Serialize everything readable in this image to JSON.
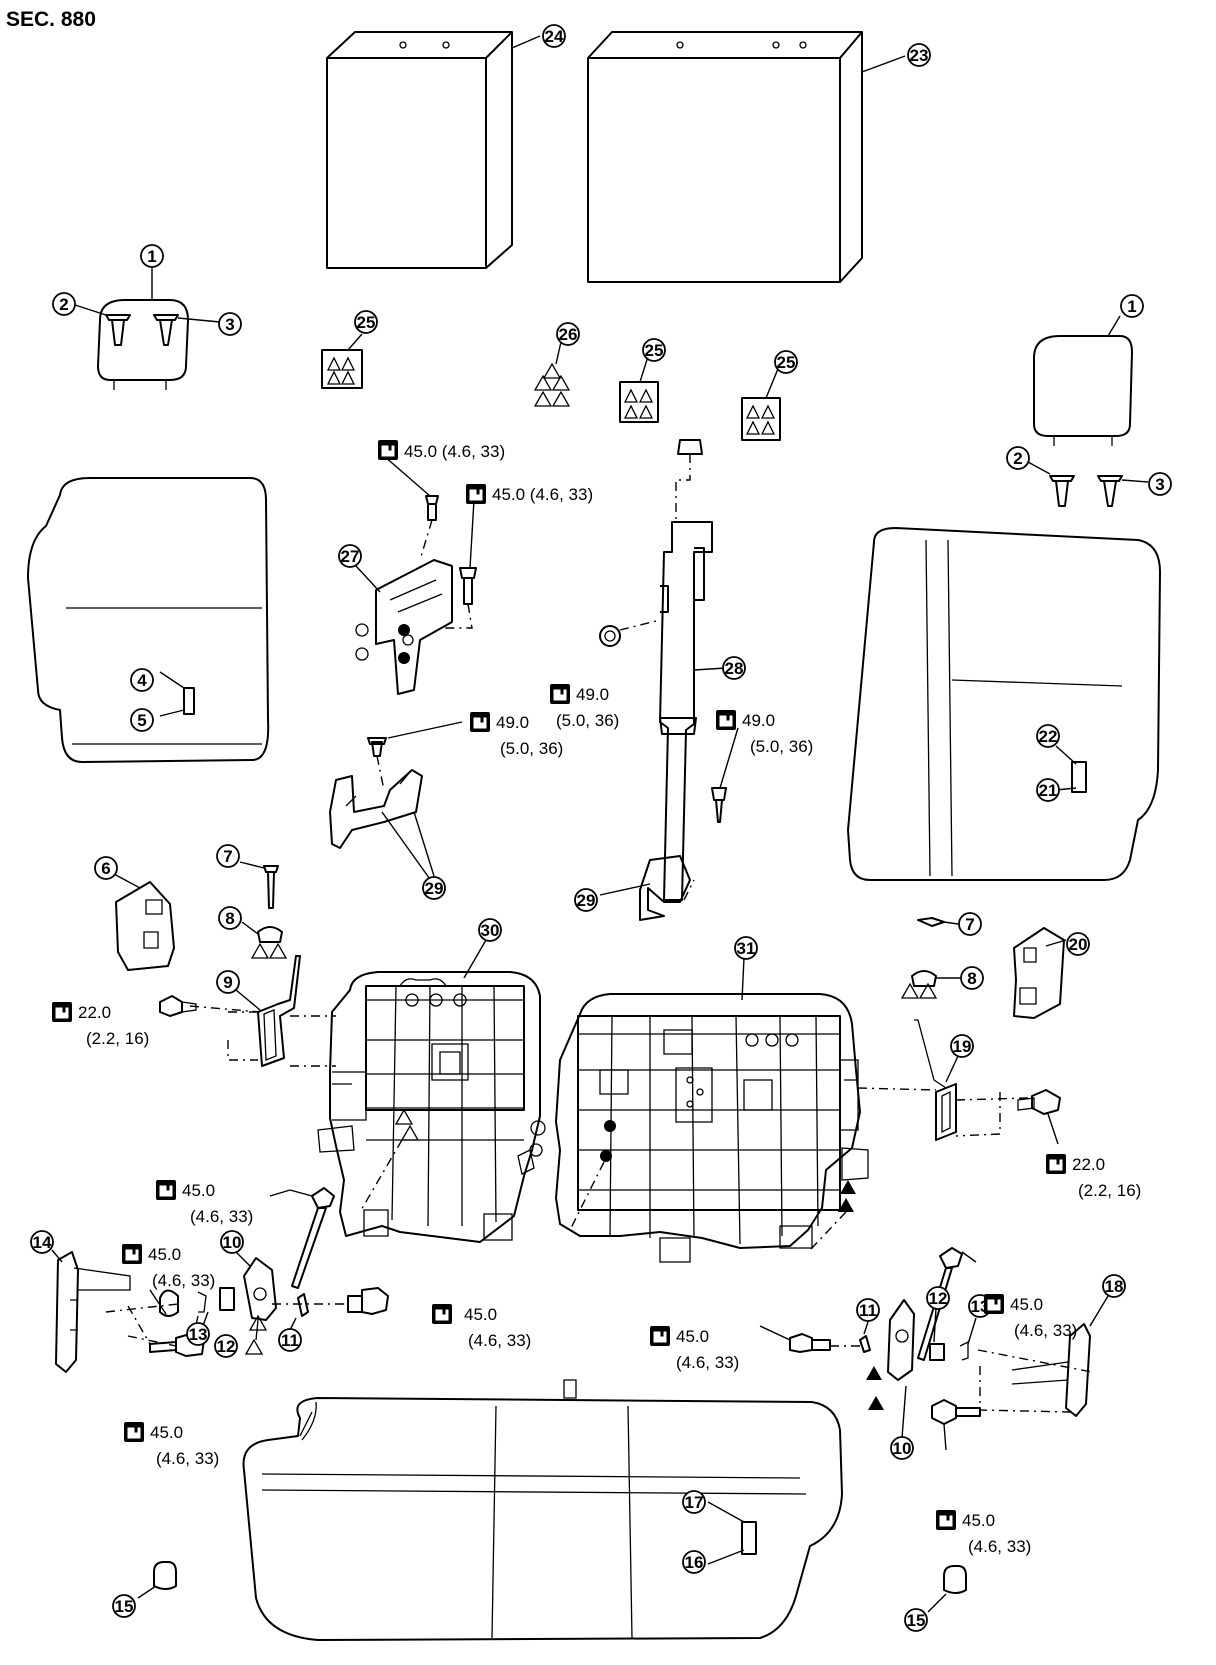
{
  "section_label": "SEC. 880",
  "callouts": [
    {
      "n": "24"
    },
    {
      "n": "23"
    },
    {
      "n": "1"
    },
    {
      "n": "1"
    },
    {
      "n": "2"
    },
    {
      "n": "3"
    },
    {
      "n": "2"
    },
    {
      "n": "3"
    },
    {
      "n": "25"
    },
    {
      "n": "26"
    },
    {
      "n": "25"
    },
    {
      "n": "25"
    },
    {
      "n": "27"
    },
    {
      "n": "28"
    },
    {
      "n": "4"
    },
    {
      "n": "5"
    },
    {
      "n": "22"
    },
    {
      "n": "21"
    },
    {
      "n": "29"
    },
    {
      "n": "29"
    },
    {
      "n": "6"
    },
    {
      "n": "7"
    },
    {
      "n": "8"
    },
    {
      "n": "7"
    },
    {
      "n": "8"
    },
    {
      "n": "20"
    },
    {
      "n": "30"
    },
    {
      "n": "31"
    },
    {
      "n": "9"
    },
    {
      "n": "19"
    },
    {
      "n": "14"
    },
    {
      "n": "10"
    },
    {
      "n": "13"
    },
    {
      "n": "12"
    },
    {
      "n": "11"
    },
    {
      "n": "11"
    },
    {
      "n": "12"
    },
    {
      "n": "13"
    },
    {
      "n": "18"
    },
    {
      "n": "10"
    },
    {
      "n": "17"
    },
    {
      "n": "16"
    },
    {
      "n": "15"
    },
    {
      "n": "15"
    }
  ],
  "torque_specs": [
    {
      "line1": "45.0 (4.6, 33)",
      "line2": ""
    },
    {
      "line1": "45.0 (4.6, 33)",
      "line2": ""
    },
    {
      "line1": "49.0",
      "line2": "(5.0, 36)"
    },
    {
      "line1": "49.0",
      "line2": "(5.0, 36)"
    },
    {
      "line1": "49.0",
      "line2": "(5.0, 36)"
    },
    {
      "line1": "22.0",
      "line2": "(2.2, 16)"
    },
    {
      "line1": "22.0",
      "line2": "(2.2, 16)"
    },
    {
      "line1": "45.0",
      "line2": "(4.6, 33)"
    },
    {
      "line1": "45.0",
      "line2": "(4.6, 33)"
    },
    {
      "line1": "45.0",
      "line2": "(4.6, 33)"
    },
    {
      "line1": "45.0",
      "line2": "(4.6, 33)"
    },
    {
      "line1": "45.0",
      "line2": "(4.6, 33)"
    },
    {
      "line1": "45.0",
      "line2": "(4.6, 33)"
    },
    {
      "line1": "45.0",
      "line2": "(4.6, 33)"
    }
  ]
}
